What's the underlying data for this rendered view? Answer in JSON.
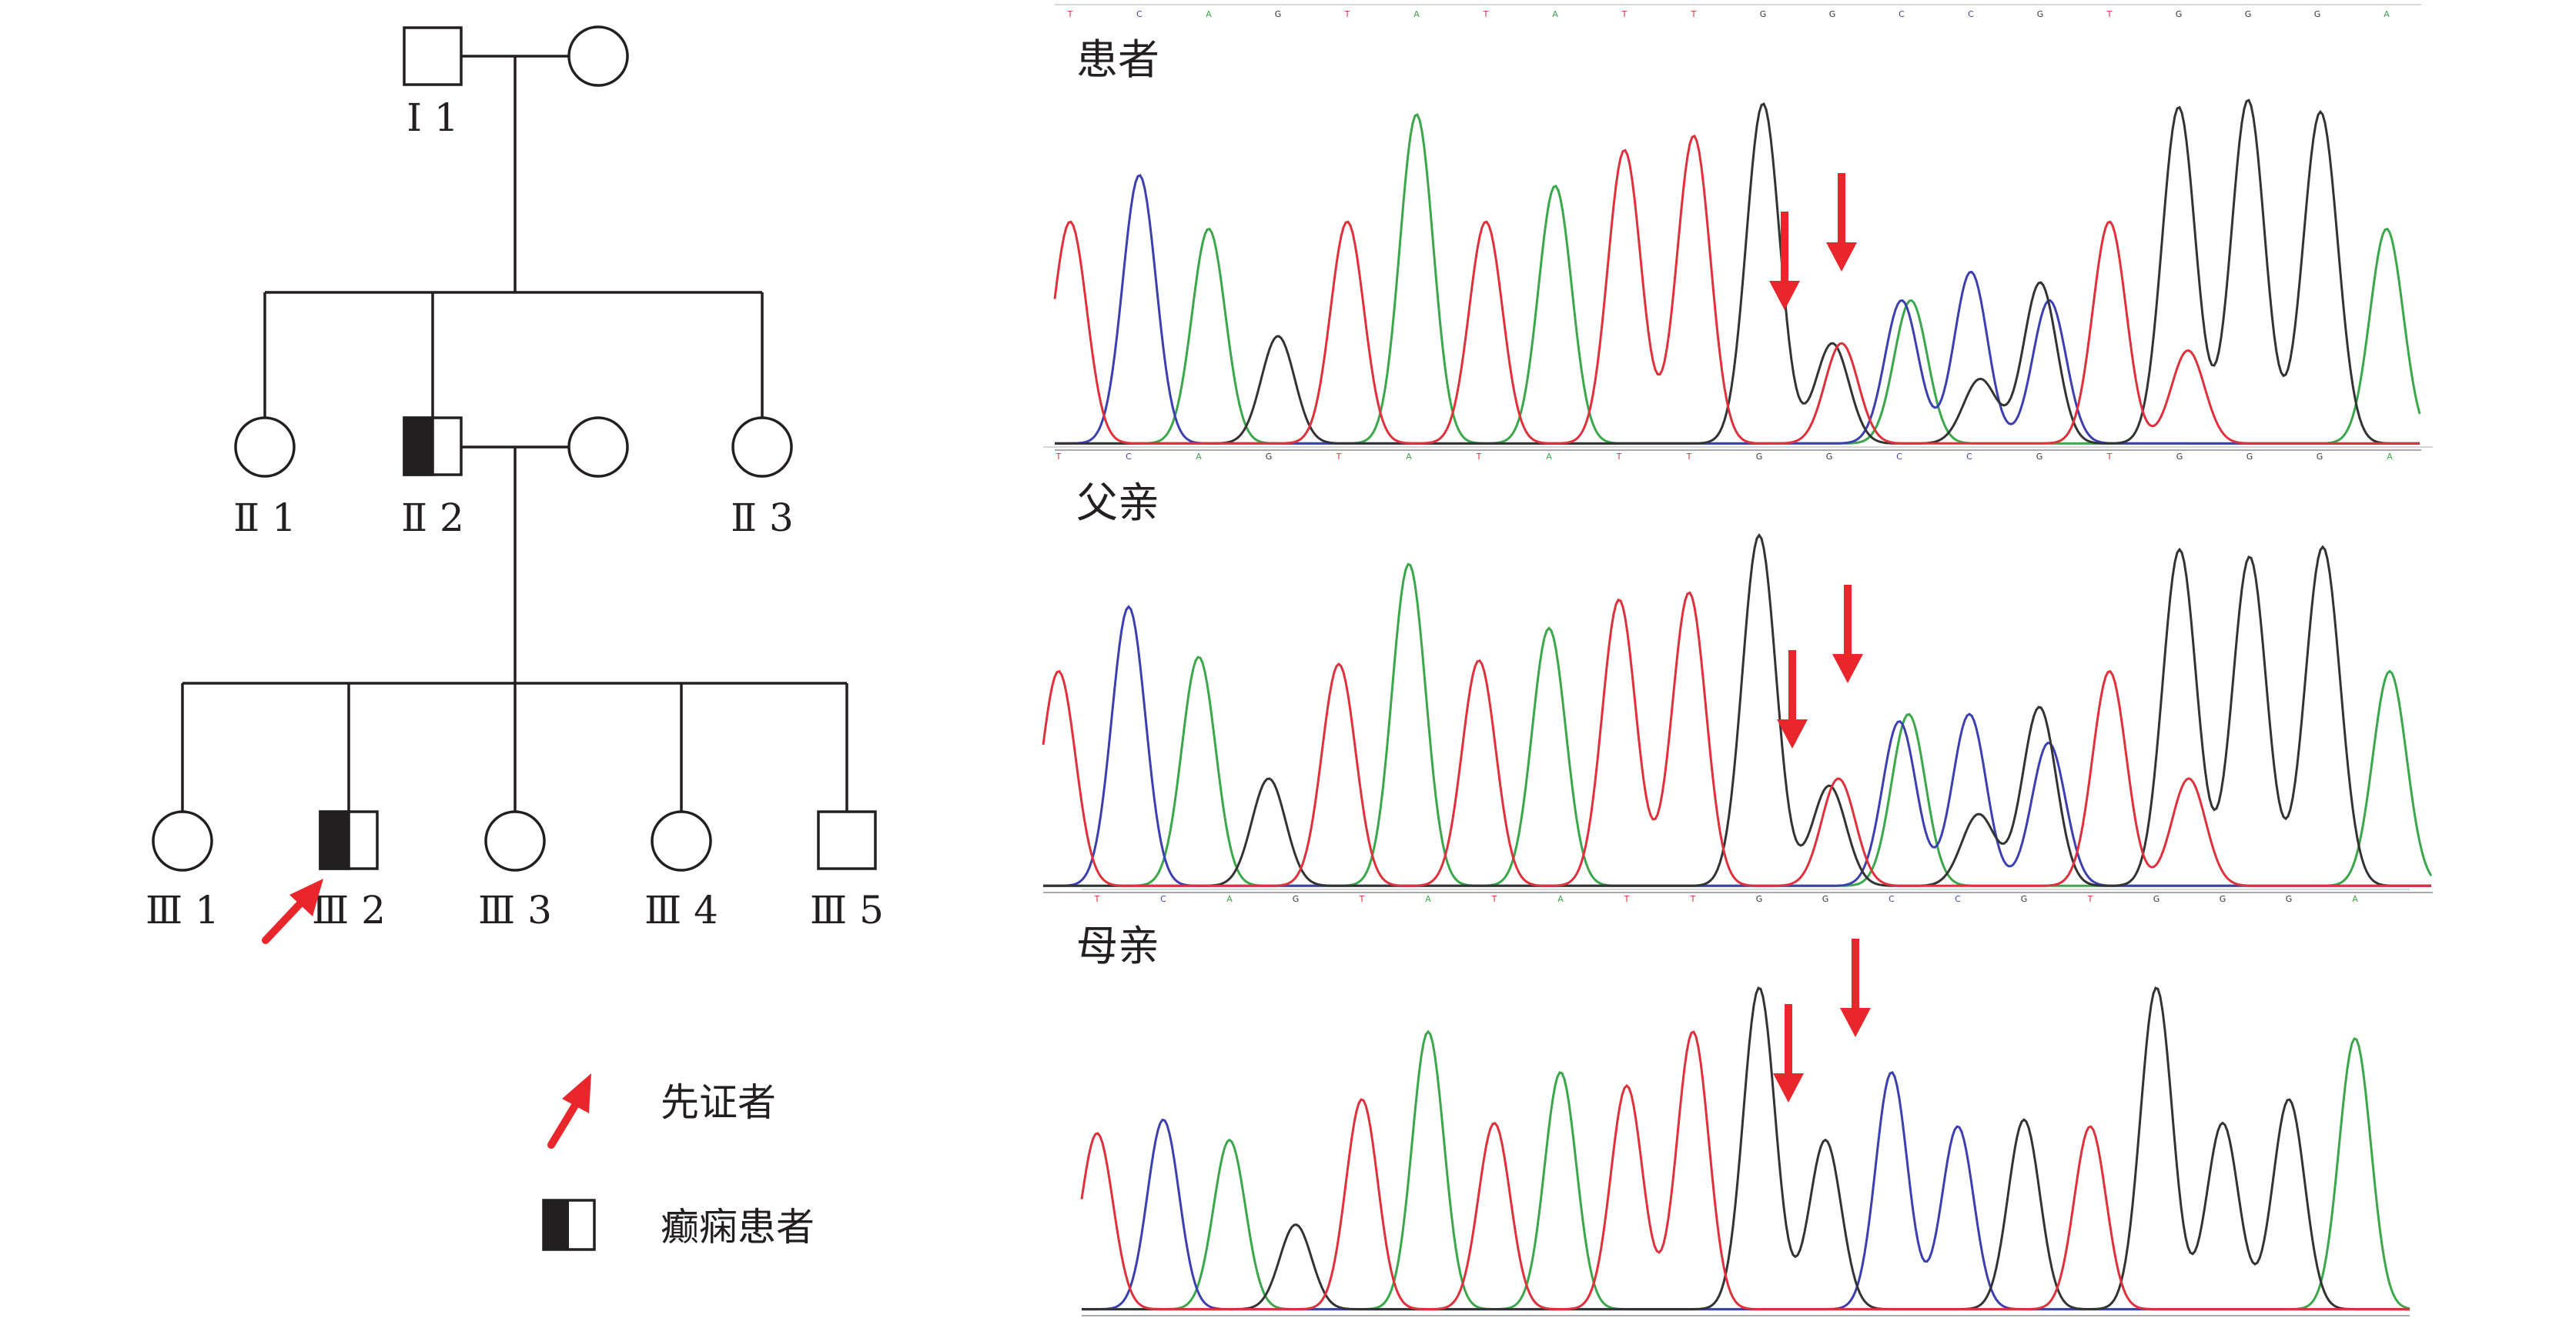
{
  "pedigree": {
    "individuals": [
      {
        "id": "I1-male",
        "label": "Ⅰ 1",
        "sex": "male",
        "status": "unaffected"
      },
      {
        "id": "I1-female",
        "label": "",
        "sex": "female",
        "status": "unaffected"
      },
      {
        "id": "II1",
        "label": "Ⅱ 1",
        "sex": "female",
        "status": "unaffected"
      },
      {
        "id": "II2",
        "label": "Ⅱ 2",
        "sex": "male",
        "status": "half-affected"
      },
      {
        "id": "II2-spouse",
        "label": "",
        "sex": "female",
        "status": "unaffected"
      },
      {
        "id": "II3",
        "label": "Ⅱ 3",
        "sex": "female",
        "status": "unaffected"
      },
      {
        "id": "III1",
        "label": "Ⅲ 1",
        "sex": "female",
        "status": "unaffected"
      },
      {
        "id": "III2",
        "label": "Ⅲ 2",
        "sex": "male",
        "status": "half-affected",
        "proband": true
      },
      {
        "id": "III3",
        "label": "Ⅲ 3",
        "sex": "female",
        "status": "unaffected"
      },
      {
        "id": "III4",
        "label": "Ⅲ 4",
        "sex": "female",
        "status": "unaffected"
      },
      {
        "id": "III5",
        "label": "Ⅲ 5",
        "sex": "male",
        "status": "unaffected"
      }
    ]
  },
  "legend": {
    "proband": "先证者",
    "affected": "癫痫患者"
  },
  "traces": [
    {
      "label": "患者"
    },
    {
      "label": "父亲"
    },
    {
      "label": "母亲"
    }
  ],
  "colors": {
    "A": "#3aa84a",
    "C": "#3b3fb0",
    "G": "#333333",
    "T": "#e0303c",
    "arrow": "#e8262b",
    "line": "#231f20"
  }
}
